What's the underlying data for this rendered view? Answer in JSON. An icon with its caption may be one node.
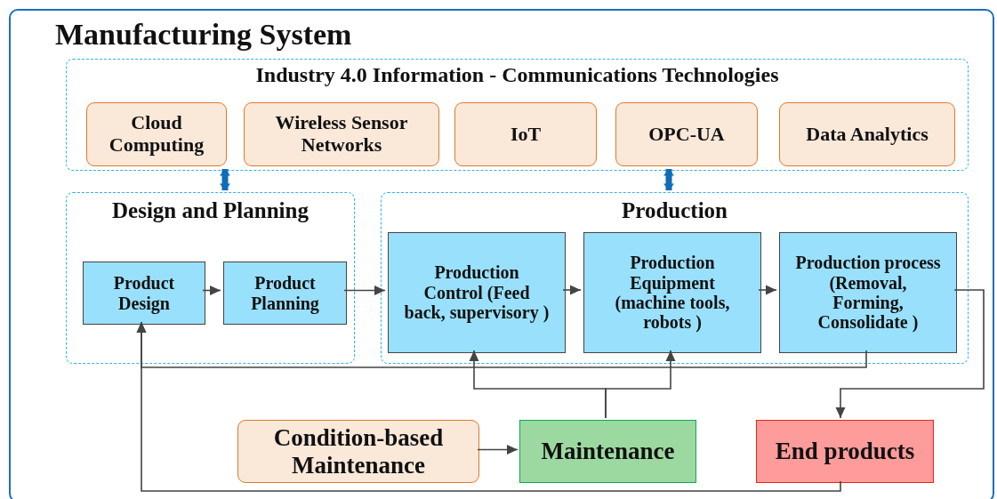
{
  "diagram": {
    "nodes": [
      {
        "text": [
          "Manufacturing System"
        ]
      },
      {
        "text": [
          "Industry 4.0 Information - Communications Technologies"
        ],
        "in": 0
      },
      {
        "text": [
          "Cloud Computing"
        ],
        "in": 1
      },
      {
        "text": [
          "Wireless Sensor Networks"
        ],
        "in": 1
      },
      {
        "text": [
          "IoT"
        ],
        "in": 1
      },
      {
        "text": [
          "OPC-UA"
        ],
        "in": 1
      },
      {
        "text": [
          "Data Analytics"
        ],
        "in": 1
      },
      {
        "text": [
          "Design and Planning"
        ],
        "in": 0
      },
      {
        "text": [
          "Product Design"
        ],
        "in": 7
      },
      {
        "text": [
          "Product Planning"
        ],
        "in": 7
      },
      {
        "text": [
          "Production"
        ],
        "in": 0
      },
      {
        "text": [
          "Production Control (Feed back, supervisory )"
        ],
        "in": 10
      },
      {
        "text": [
          "Production Equipment (machine tools, robots )"
        ],
        "in": 10
      },
      {
        "text": [
          "Production process (Removal, Forming, Consolidate )"
        ],
        "in": 10
      },
      {
        "text": [
          "Condition-based Maintenance"
        ],
        "in": 0
      },
      {
        "text": [
          "Maintenance"
        ],
        "in": 0
      },
      {
        "text": [
          "End products"
        ],
        "in": 0
      }
    ],
    "edges": [
      {
        "from": 1,
        "to": 7,
        "arrow": "both",
        "style": "thick",
        "color": "#0f6cb6"
      },
      {
        "from": 1,
        "to": 10,
        "arrow": "both",
        "style": "thick",
        "color": "#0f6cb6"
      },
      {
        "from": 8,
        "to": 9,
        "arrow": "to"
      },
      {
        "from": 9,
        "to": 11,
        "arrow": "to"
      },
      {
        "from": 11,
        "to": 12,
        "arrow": "to"
      },
      {
        "from": 12,
        "to": 13,
        "arrow": "to"
      },
      {
        "from": 13,
        "to": 16,
        "arrow": "to"
      },
      {
        "from": 13,
        "to": 8,
        "arrow": "to"
      },
      {
        "from": 16,
        "to": 8,
        "arrow": "to"
      },
      {
        "from": 14,
        "to": 15,
        "arrow": "to"
      },
      {
        "from": 15,
        "to": 11,
        "arrow": "to"
      },
      {
        "from": 15,
        "to": 12,
        "arrow": "to"
      }
    ]
  }
}
